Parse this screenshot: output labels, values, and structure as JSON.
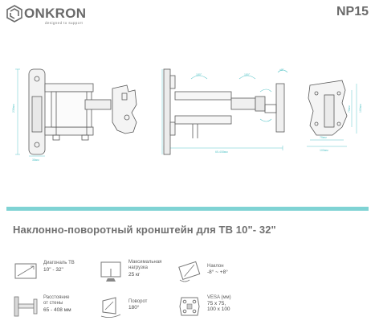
{
  "header": {
    "brand": "ONKRON",
    "tagline": "designed to support",
    "model": "NP15"
  },
  "drawings": {
    "dims": {
      "height_left": "238мм",
      "width_base": "38мм",
      "reach": "65-408мм",
      "tilt": "+8°",
      "tilt_neg": "-8°",
      "swivel": "180°",
      "vesa_small": "75мм",
      "vesa_large": "100мм",
      "vesa_h_small": "75мм",
      "vesa_h_large": "100мм"
    }
  },
  "title": "Наклонно-поворотный кронштейн для ТВ 10\"- 32\"",
  "features": [
    {
      "icon": "tv-diagonal-icon",
      "label": "Диагональ ТВ",
      "value": "10\" - 32\""
    },
    {
      "icon": "max-load-icon",
      "label_lines": [
        "Максимальная",
        "нагрузка"
      ],
      "value": "25 кг"
    },
    {
      "icon": "tilt-icon",
      "label": "Наклон",
      "value": "-8° ~ +8°"
    },
    {
      "icon": "wall-distance-icon",
      "label_lines": [
        "Расстояние",
        "от стены"
      ],
      "value": "65 - 408 мм"
    },
    {
      "icon": "swivel-icon",
      "label": "Поворот",
      "value": "180°"
    },
    {
      "icon": "vesa-icon",
      "label": "VESA (мм)",
      "value_lines": [
        "75 x 75,",
        "100 x 100"
      ]
    }
  ],
  "colors": {
    "accent": "#7fd3d4",
    "dimension": "#5bc6c9",
    "text": "#707070"
  }
}
